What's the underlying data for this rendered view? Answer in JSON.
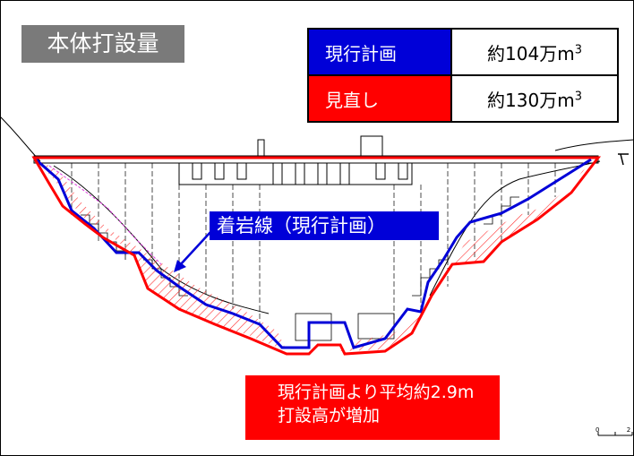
{
  "title": "本体打設量",
  "volume_table": {
    "rows": [
      {
        "label": "現行計画",
        "value_prefix": "約104万m",
        "value_sup": "3",
        "color": "#0000d8"
      },
      {
        "label": "見直し",
        "value_prefix": "約130万m",
        "value_sup": "3",
        "color": "#ff0000"
      }
    ]
  },
  "callout": {
    "label": "着岩線（現行計画）"
  },
  "note": {
    "line1": "現行計画より平均約2.9m",
    "line2": "打設高が増加"
  },
  "scale": {
    "start": "0",
    "end": "2"
  },
  "colors": {
    "current_plan": "#0000d8",
    "revised": "#ff0000",
    "title_bg": "#7a7a7a"
  }
}
